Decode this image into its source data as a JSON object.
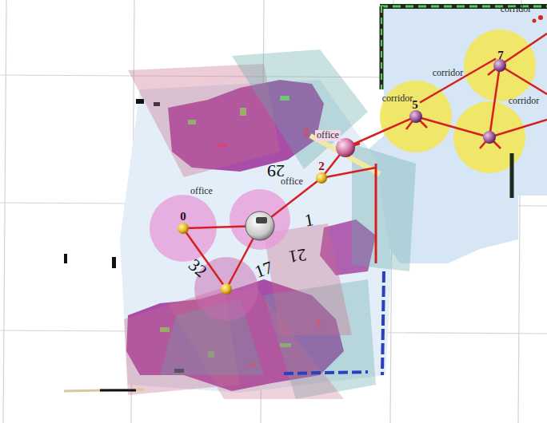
{
  "diagram": {
    "nodes": [
      {
        "text": [
          "7"
        ]
      },
      {
        "text": [
          "5"
        ]
      },
      {
        "text": [
          "2"
        ]
      },
      {
        "text": [
          "0"
        ]
      }
    ],
    "edges": [
      {
        "from": 0,
        "to": 1,
        "arrow": "none"
      }
    ],
    "labels": [
      "corridor",
      "corridor",
      "corridor",
      "corridor",
      "office",
      "office",
      "office",
      "29",
      "1",
      "21",
      "17",
      "32"
    ]
  }
}
